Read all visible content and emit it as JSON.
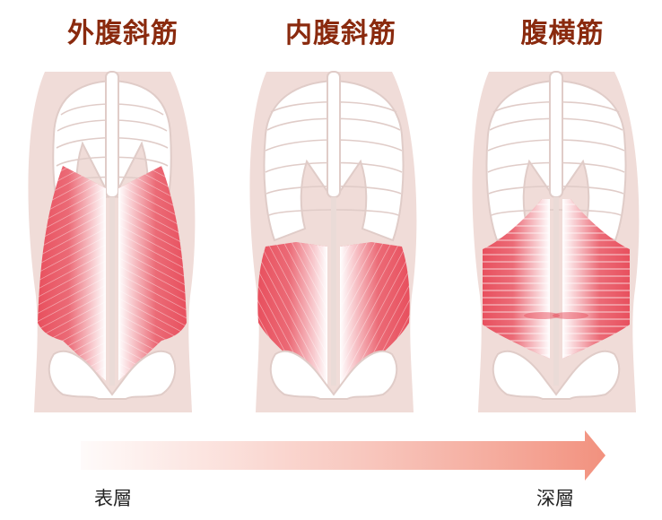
{
  "panels": [
    {
      "title": "外腹斜筋"
    },
    {
      "title": "内腹斜筋"
    },
    {
      "title": "腹横筋"
    }
  ],
  "depth_scale": {
    "left_label": "表層",
    "right_label": "深層",
    "arrow_color": "#f4a89a"
  },
  "colors": {
    "title": "#8a2a0e",
    "body": "#f0dcd8",
    "bone": "#ffffff",
    "bone_outline": "#e0ccc8",
    "muscle": "#e8505e"
  }
}
